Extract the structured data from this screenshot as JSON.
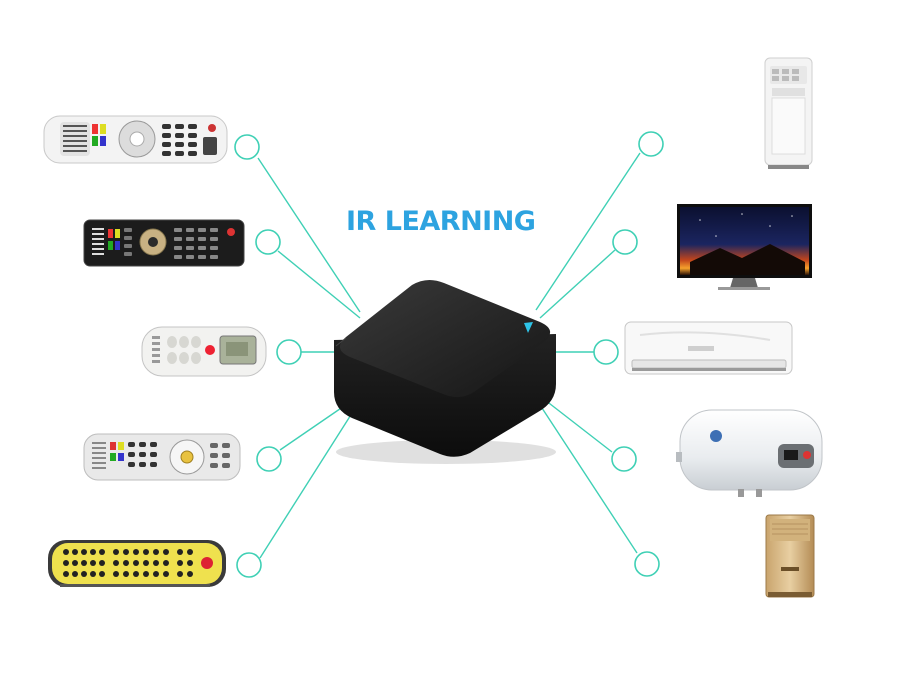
{
  "title": "IR LEARNING",
  "colors": {
    "accent_title": "#2da3e0",
    "connector": "#3fd0b5",
    "hub_body": "#1e1e1e",
    "hub_led": "#2ec4e8",
    "background": "#ffffff"
  },
  "hub": {
    "name": "ir-blaster-hub",
    "icon": "hub-device-icon"
  },
  "remotes": [
    {
      "name": "tv-remote-white",
      "icon": "remote-control-icon"
    },
    {
      "name": "tv-remote-black",
      "icon": "remote-control-icon"
    },
    {
      "name": "ac-remote",
      "icon": "remote-control-icon"
    },
    {
      "name": "settop-remote",
      "icon": "remote-control-icon"
    },
    {
      "name": "yellow-remote",
      "icon": "remote-control-icon"
    }
  ],
  "appliances": [
    {
      "name": "portable-air-conditioner",
      "icon": "portable-ac-icon"
    },
    {
      "name": "television",
      "icon": "tv-icon"
    },
    {
      "name": "split-air-conditioner",
      "icon": "wall-ac-icon"
    },
    {
      "name": "water-heater",
      "icon": "water-heater-icon"
    },
    {
      "name": "air-purifier",
      "icon": "air-purifier-icon"
    }
  ]
}
